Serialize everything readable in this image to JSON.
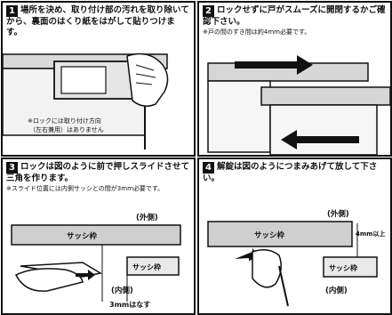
{
  "step1": {
    "num": "1",
    "text": "場所を決め、取り付け部の汚れを取り除いてから、裏面のはくり紙をはがして貼りつけます。",
    "note_line1": "※ロックには取り付け方向",
    "note_line2": "（左右兼用）はありません"
  },
  "step2": {
    "num": "2",
    "text": "ロックせずに戸がスムーズに開閉するかご確認下さい。",
    "sub": "※戸の間のすき間は約4mm必要です。"
  },
  "step3": {
    "num": "3",
    "text": "ロックは図のように前で押しスライドさせて三角を作ります。",
    "sub": "※スライド位置には内側サッシとの間が3mm必要です。",
    "label_outer": "(外側)",
    "sash_frame_1": "サッシ枠",
    "sash_frame_2": "サッシ枠",
    "label_inner": "(内側)",
    "gap_text": "3mmはなす"
  },
  "step4": {
    "num": "4",
    "text": "解錠は図のようにつまみあげて放して下さい。",
    "label_outer": "(外側)",
    "gap_text": "4mm以上",
    "sash_frame_1": "サッシ枠",
    "sash_frame_2": "サッシ枠",
    "label_inner": "(内側)"
  },
  "colors": {
    "ink": "#111111",
    "frame_gray": "#cfcfcf",
    "bg": "#ffffff"
  }
}
